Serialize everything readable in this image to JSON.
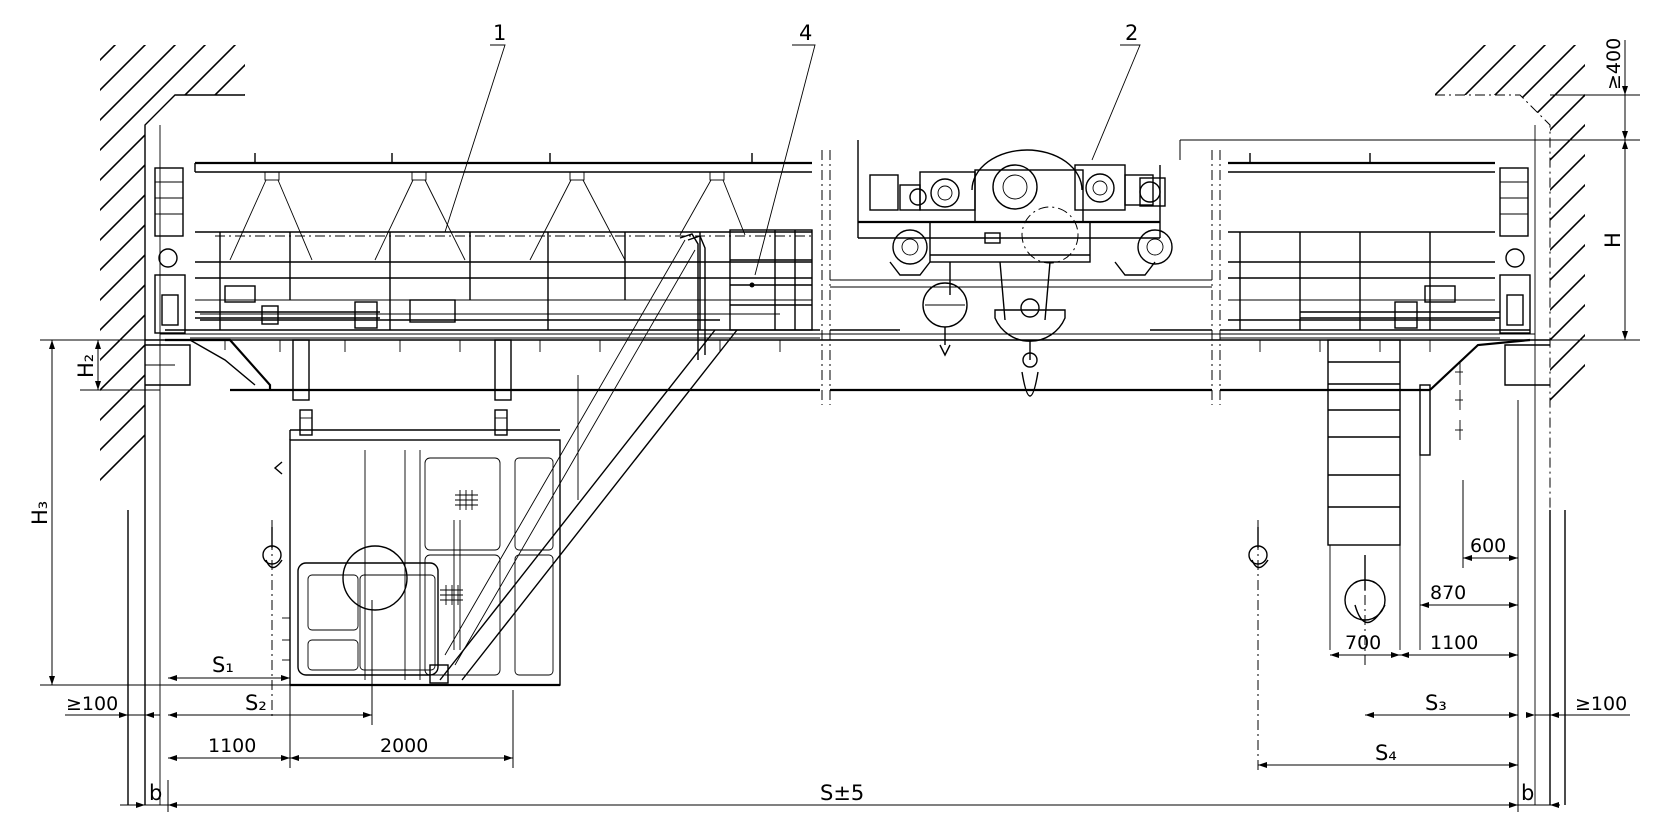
{
  "callouts": {
    "c1": "1",
    "c2": "2",
    "c4": "4"
  },
  "dimensions": {
    "ge400": "≥400",
    "H": "H",
    "H2": "H₂",
    "H3": "H₃",
    "S1": "S₁",
    "S2": "S₂",
    "S3": "S₃",
    "S4": "S₄",
    "ge100_left": "≥100",
    "ge100_right": "≥100",
    "d1100_left": "1100",
    "d2000": "2000",
    "d600": "600",
    "d870": "870",
    "d700": "700",
    "d1100_right": "1100",
    "b_left": "b",
    "b_right": "b",
    "span": "S±5"
  }
}
